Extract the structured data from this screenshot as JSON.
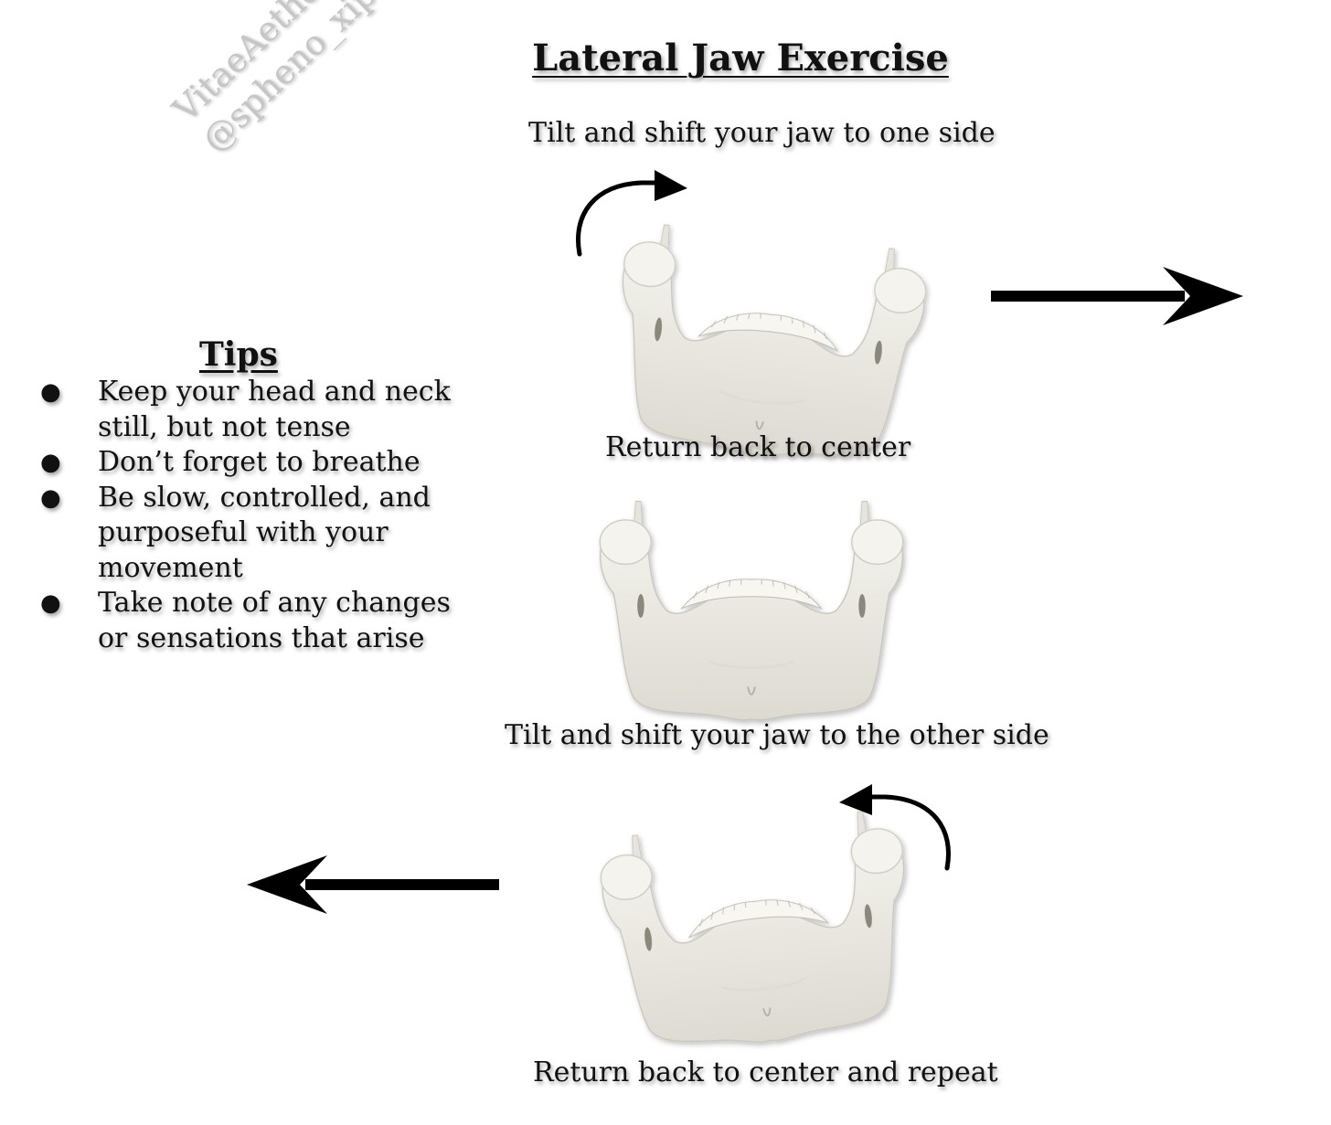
{
  "title": "Lateral Jaw Exercise",
  "watermark": {
    "line1": "VitaeAether",
    "line2": "@spheno_xiphoid"
  },
  "steps": [
    {
      "caption": "Tilt and shift your jaw to one side"
    },
    {
      "caption": "Return back to center"
    },
    {
      "caption": "Tilt and shift your jaw to the other side"
    },
    {
      "caption": "Return back to center and repeat"
    }
  ],
  "tips": {
    "heading": "Tips",
    "bullet": "●",
    "items": [
      "Keep your head and neck still, but not tense",
      "Don’t forget to breathe",
      "Be slow, controlled, and purposeful with your movement",
      "Take note of any changes or sensations that arise"
    ]
  },
  "colors": {
    "bone": "#ecebe4",
    "bone_shadow": "#cfcdc3",
    "arrow": "#000000",
    "watermark": "#c6c6c6"
  },
  "icons": {
    "arrow_right": "arrow-right-icon",
    "arrow_left": "arrow-left-icon",
    "curved_arrow": "curved-arrow-icon",
    "mandible": "mandible-illustration"
  }
}
